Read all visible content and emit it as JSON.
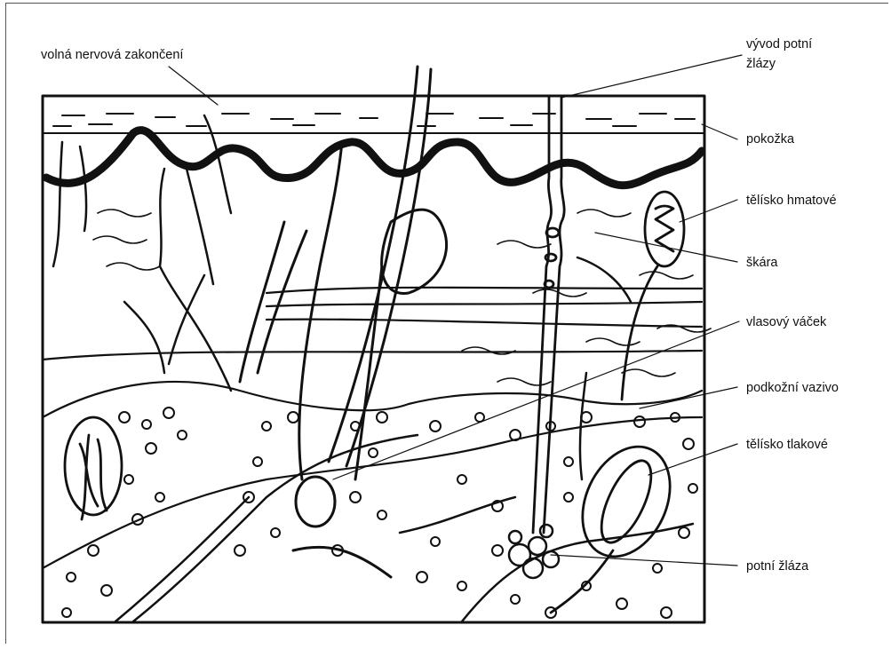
{
  "diagram": {
    "labels": {
      "nerve_endings": "volná nervová zakončení",
      "sweat_duct_line1": "vývod potní",
      "sweat_duct_line2": "žlázy",
      "epidermis": "pokožka",
      "tactile_corpuscle": "tělísko hmatové",
      "dermis": "škára",
      "hair_follicle": "vlasový váček",
      "subcutis": "podkožní vazivo",
      "pressure_corpuscle": "tělísko tlakové",
      "sweat_gland": "potní žláza"
    },
    "colors": {
      "ink": "#111111",
      "background": "#ffffff"
    }
  }
}
